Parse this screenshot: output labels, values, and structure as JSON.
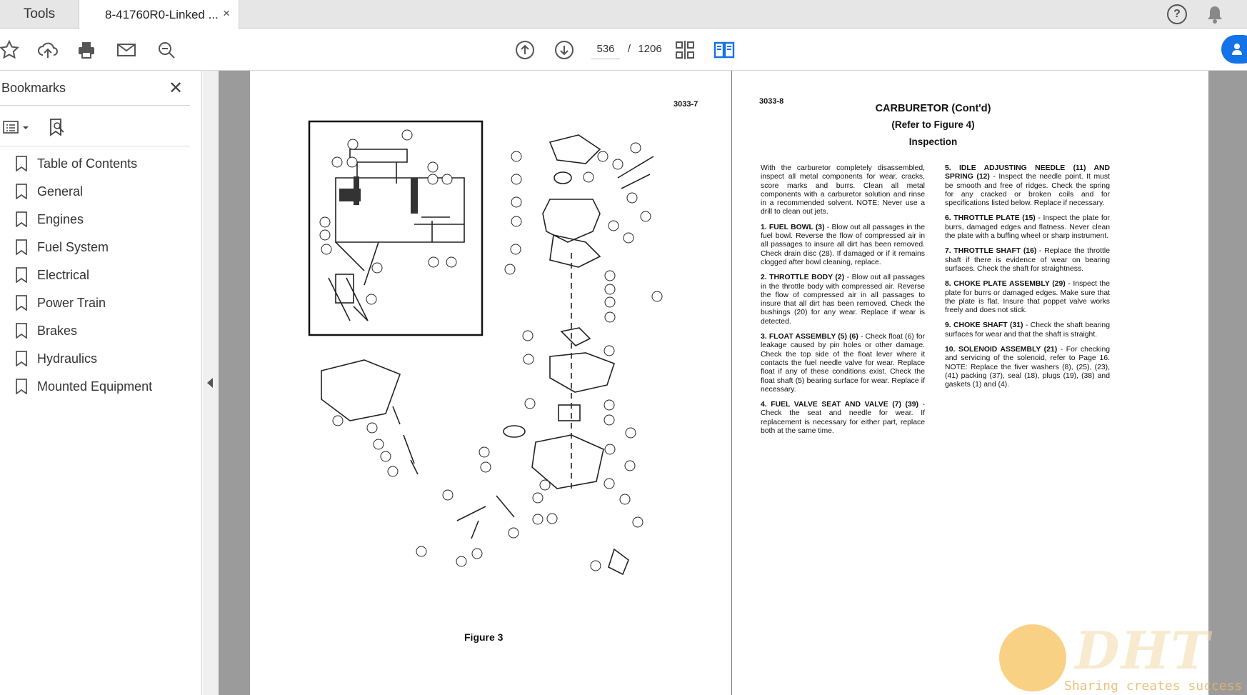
{
  "tabs": {
    "tools_label": "Tools",
    "doc_label": "8-41760R0-Linked ...",
    "close_glyph": "×"
  },
  "header": {
    "help_glyph": "?"
  },
  "toolbar": {
    "page_current": "536",
    "page_separator": "/",
    "page_total": "1206"
  },
  "sidebar": {
    "title": "Bookmarks",
    "close_glyph": "✕",
    "items": [
      {
        "label": "Table of Contents"
      },
      {
        "label": "General"
      },
      {
        "label": "Engines"
      },
      {
        "label": "Fuel System"
      },
      {
        "label": "Electrical"
      },
      {
        "label": "Power Train"
      },
      {
        "label": "Brakes"
      },
      {
        "label": "Hydraulics"
      },
      {
        "label": "Mounted Equipment"
      }
    ]
  },
  "left_page": {
    "page_number": "3033-7",
    "figure_caption": "Figure 3"
  },
  "right_page": {
    "page_number": "3033-8",
    "title": "CARBURETOR (Cont'd)",
    "subtitle": "(Refer to Figure 4)",
    "section": "Inspection",
    "intro": "With the carburetor completely disassembled, inspect all metal components for wear, cracks, score marks and burrs. Clean all metal components with a carburetor solution and rinse in a recommended solvent. NOTE: Never use a drill to clean out jets.",
    "steps_left": [
      {
        "head": "1. FUEL BOWL (3)",
        "text": " - Blow out all passages in the fuel bowl. Reverse the flow of compressed air in all passages to insure all dirt has been removed. Check drain disc (28). If damaged or if it remains clogged after bowl cleaning, replace."
      },
      {
        "head": "2. THROTTLE BODY (2)",
        "text": " - Blow out all passages in the throttle body with compressed air. Reverse the flow of compressed air in all passages to insure that all dirt has been removed. Check the bushings (20) for any wear. Replace if wear is detected."
      },
      {
        "head": "3. FLOAT ASSEMBLY (5) (6)",
        "text": " - Check float (6) for leakage caused by pin holes or other damage. Check the top side of the float lever where it contacts the fuel needle valve for wear. Replace float if any of these conditions exist. Check the float shaft (5) bearing surface for wear. Replace if necessary."
      },
      {
        "head": "4. FUEL VALVE SEAT AND VALVE (7) (39)",
        "text": " - Check the seat and needle for wear. If replacement is necessary for either part, replace both at the same time."
      }
    ],
    "steps_right": [
      {
        "head": "5. IDLE ADJUSTING NEEDLE (11) AND SPRING (12)",
        "text": " - Inspect the needle point. It must be smooth and free of ridges. Check the spring for any cracked or broken coils and for specifications listed below. Replace if necessary."
      },
      {
        "head": "6. THROTTLE PLATE (15)",
        "text": " - Inspect the plate for burrs, damaged edges and flatness. Never clean the plate with a buffing wheel or sharp instrument."
      },
      {
        "head": "7. THROTTLE SHAFT (16)",
        "text": " - Replace the throttle shaft if there is evidence of wear on bearing surfaces. Check the shaft for straightness."
      },
      {
        "head": "8. CHOKE PLATE ASSEMBLY (29)",
        "text": " - Inspect the plate for burrs or damaged edges. Make sure that the plate is flat. Insure that poppet valve works freely and does not stick."
      },
      {
        "head": "9. CHOKE SHAFT (31)",
        "text": " - Check the shaft bearing surfaces for wear and that the shaft is straight."
      },
      {
        "head": "10. SOLENOID ASSEMBLY (21)",
        "text": " - For checking and servicing of the solenoid, refer to Page 16. NOTE: Replace the fiver washers (8), (25), (23), (41) packing (37), seal (18), plugs (19), (38) and gaskets (1) and (4)."
      }
    ]
  },
  "watermark": {
    "logo_text": "DHT",
    "slogan": "Sharing creates success"
  },
  "icons": [
    "star-icon",
    "upload-icon",
    "print-icon",
    "mail-icon",
    "zoom-icon",
    "arrow-up-icon",
    "arrow-down-icon",
    "fit-page-icon",
    "two-page-icon",
    "share-icon",
    "help-icon",
    "bell-icon",
    "bookmark-icon",
    "options-icon",
    "bookmark-search-icon",
    "collapse-arrow-icon"
  ]
}
